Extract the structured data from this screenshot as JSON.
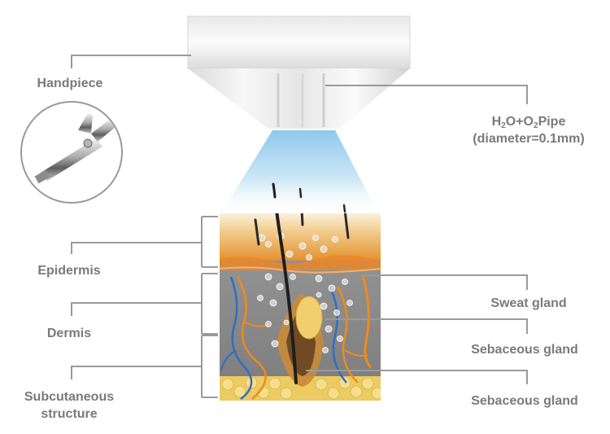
{
  "labels": {
    "handpiece": "Handpiece",
    "pipe": {
      "h": "H",
      "h_sub": "2",
      "o_plus": "O+O",
      "o_sub": "2",
      "pipe": "Pipe",
      "line2": "(diameter=0.1mm)"
    },
    "epidermis": "Epidermis",
    "dermis": "Dermis",
    "subcutaneous_line1": "Subcutaneous",
    "subcutaneous_line2": "structure",
    "sweat_gland": "Sweat gland",
    "sebaceous_gland_1": "Sebaceous gland",
    "sebaceous_gland_2": "Sebaceous gland"
  },
  "colors": {
    "label_text": "#7a7a7a",
    "leader_line": "#9a9a9a",
    "epidermis_top": "#f4d9a8",
    "epidermis_orange": "#e8902e",
    "dermis_gray": "#8a8a8a",
    "fat_yellow": "#f2d168",
    "mist_blue": "#a8d4ef",
    "vessel_blue": "#2f6fc2",
    "vessel_orange": "#f08a1c"
  },
  "icons": {
    "airbrush": "airbrush-handpiece-icon"
  }
}
